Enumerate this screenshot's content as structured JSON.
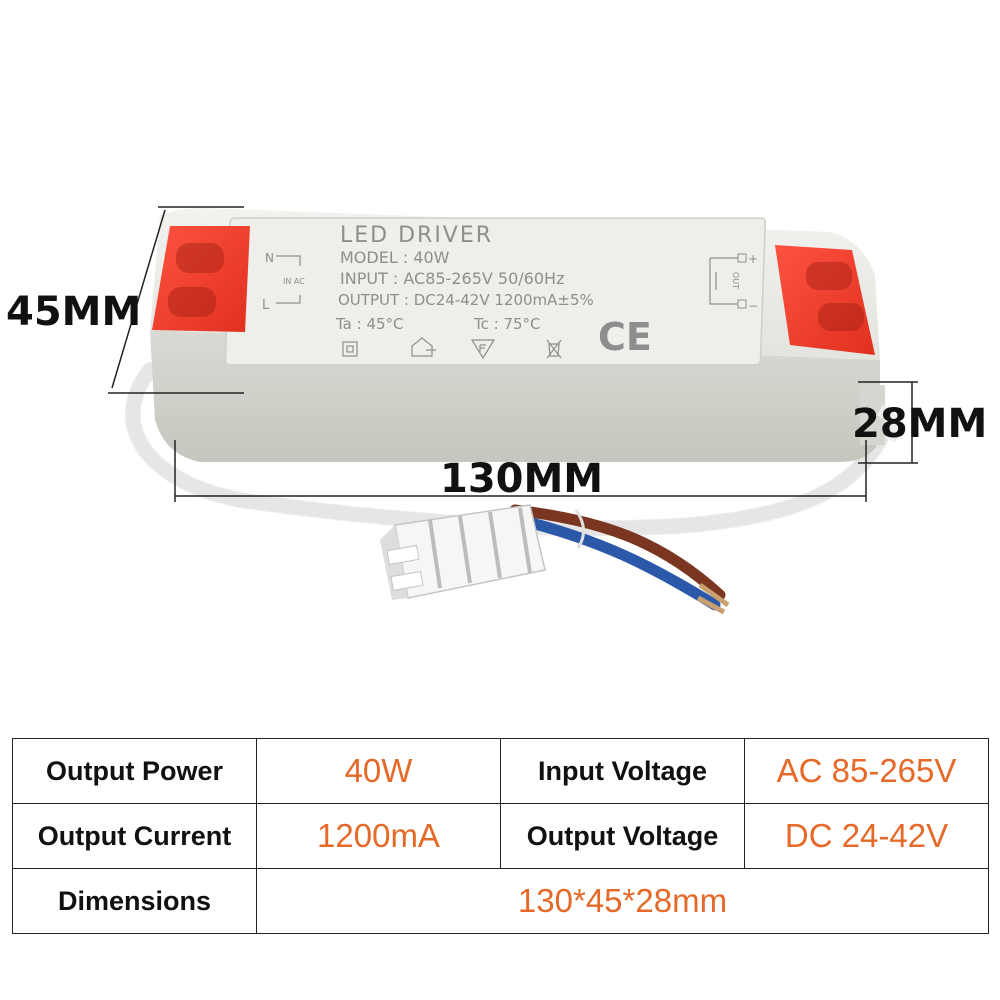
{
  "dimensions": {
    "height": "45MM",
    "depth": "28MM",
    "length": "130MM"
  },
  "product_label": {
    "title": "LED DRIVER",
    "model": "MODEL : 40W",
    "input": "INPUT : AC85-265V 50/60Hz",
    "output": "OUTPUT : DC24-42V 1200mA±5%",
    "ta": "Ta : 45°C",
    "tc": "Tc : 75°C",
    "ce_mark": "CE",
    "input_terminal_n": "N",
    "input_terminal_ac": "IN AC",
    "input_terminal_l": "L",
    "output_plus": "+",
    "output_minus": "−",
    "output_side": "OUT"
  },
  "specs": {
    "output_power_label": "Output Power",
    "output_power_value": "40W",
    "input_voltage_label": "Input Voltage",
    "input_voltage_value": "AC 85-265V",
    "output_current_label": "Output Current",
    "output_current_value": "1200mA",
    "output_voltage_label": "Output Voltage",
    "output_voltage_value": "DC 24-42V",
    "dimensions_label": "Dimensions",
    "dimensions_value": "130*45*28mm"
  },
  "colors": {
    "value_orange": "#e56a2a",
    "cap_red": "#ef3b2d",
    "casing": "#e7e7e2"
  }
}
